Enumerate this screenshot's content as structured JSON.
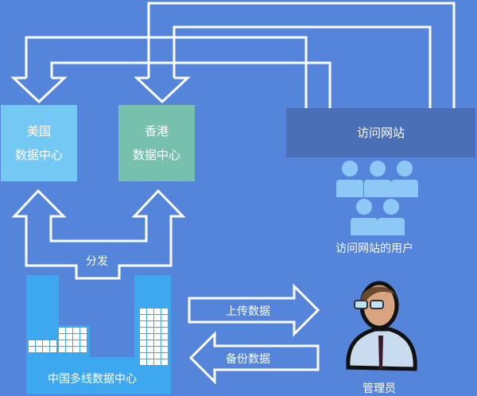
{
  "colors": {
    "background": "#5585DA",
    "us_dc": "#74C8F4",
    "hk_dc": "#78C0AE",
    "visit_site": "#4A6FB6",
    "china_dc": "#3DA8F0",
    "users": "#8EC8F7"
  },
  "nodes": {
    "us_dc": {
      "line1": "美国",
      "line2": "数据中心"
    },
    "hk_dc": {
      "line1": "香港",
      "line2": "数据中心"
    },
    "visit_site": {
      "label": "访问网站"
    },
    "users": {
      "label": "访问网站的用户",
      "icon": "user-group-icon",
      "count": 5
    },
    "china_dc": {
      "label": "中国多线数据中心",
      "icon": "building-icon"
    },
    "admin": {
      "label": "管理员",
      "icon": "admin-person-icon"
    }
  },
  "edges": {
    "distribute": "分发",
    "upload": "上传数据",
    "backup": "备份数据"
  }
}
